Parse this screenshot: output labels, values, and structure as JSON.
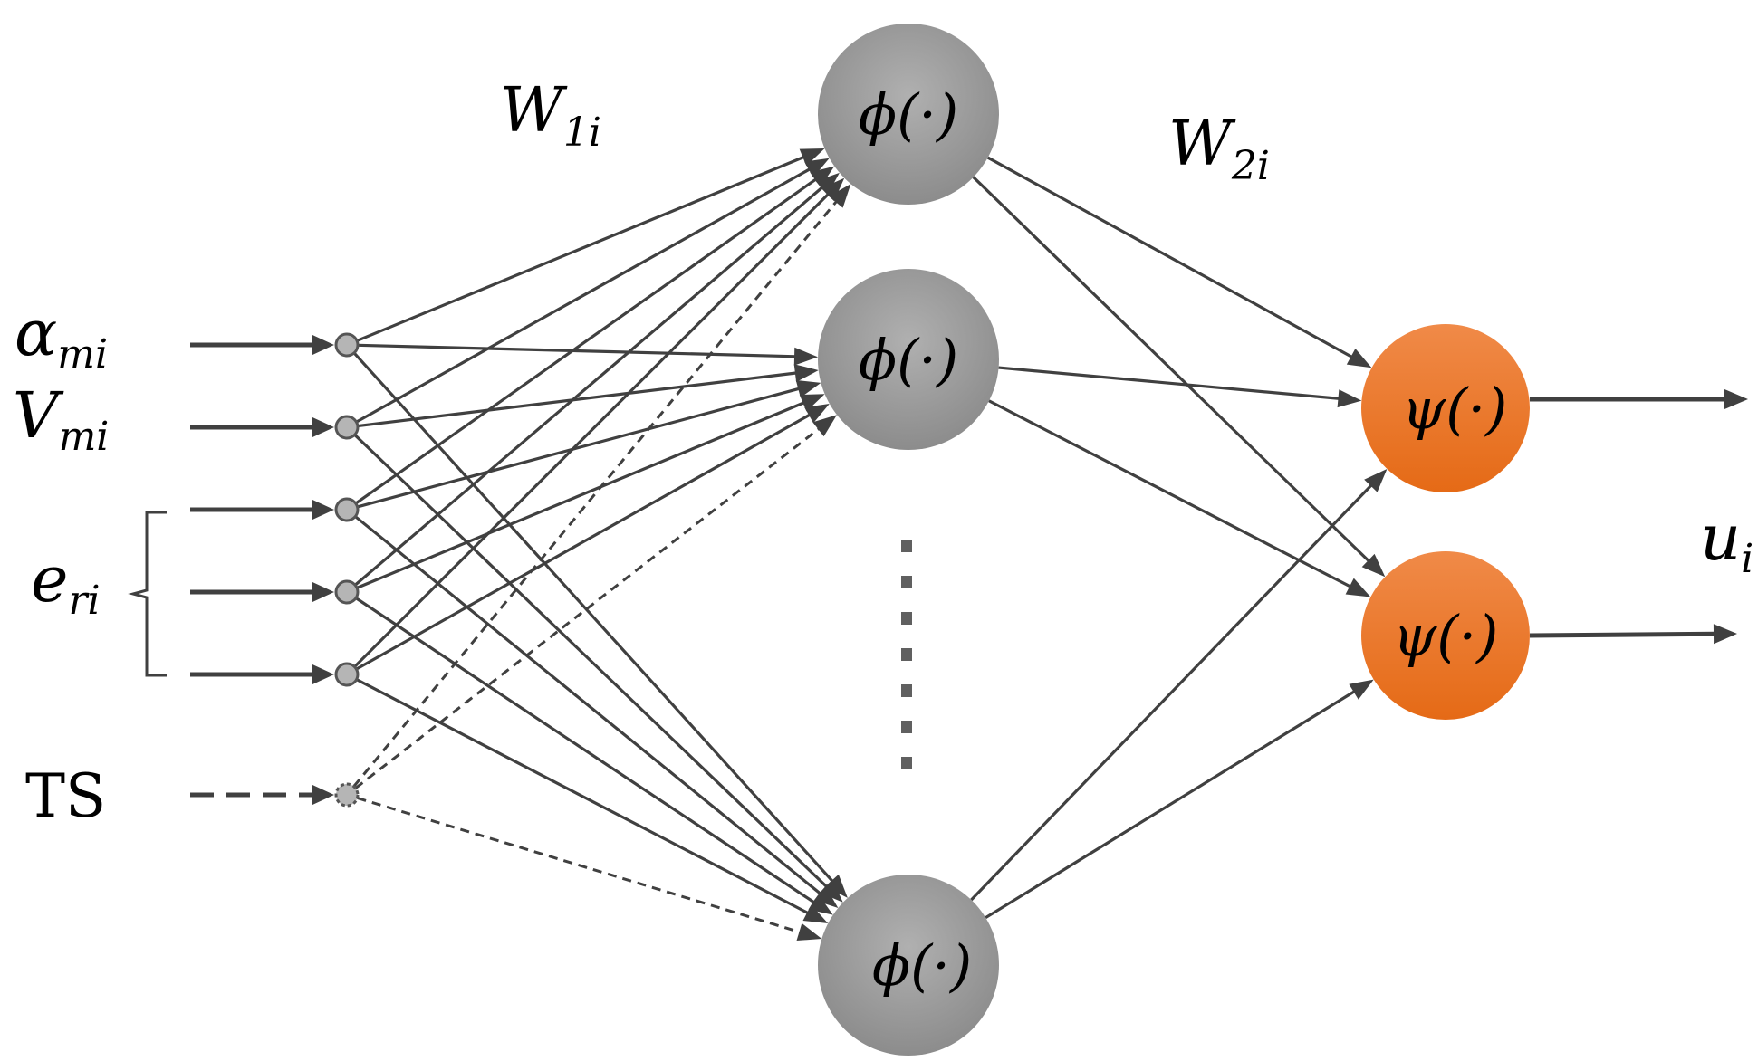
{
  "colors": {
    "edge": "#404040",
    "input_node_fill": "#b5b5b5",
    "input_node_stroke": "#555555",
    "hidden_node": "#9e9e9e",
    "output_node": "#ea7a2a",
    "text": "#000000"
  },
  "weights": {
    "w1": {
      "base": "W",
      "sub": "1i"
    },
    "w2": {
      "base": "W",
      "sub": "2i"
    }
  },
  "inputs": [
    {
      "base": "α",
      "sub": "mi"
    },
    {
      "base": "V",
      "sub": "mi"
    },
    {
      "base": "e",
      "sub": "ri"
    },
    {
      "plain": "TS"
    }
  ],
  "hidden_nodes": [
    "ϕ(·)",
    "ϕ(·)",
    "ϕ(·)"
  ],
  "ellipsis": "⋮",
  "output_nodes": [
    "ψ(·)",
    "ψ(·)"
  ],
  "output": {
    "base": "u",
    "sub": "i"
  }
}
